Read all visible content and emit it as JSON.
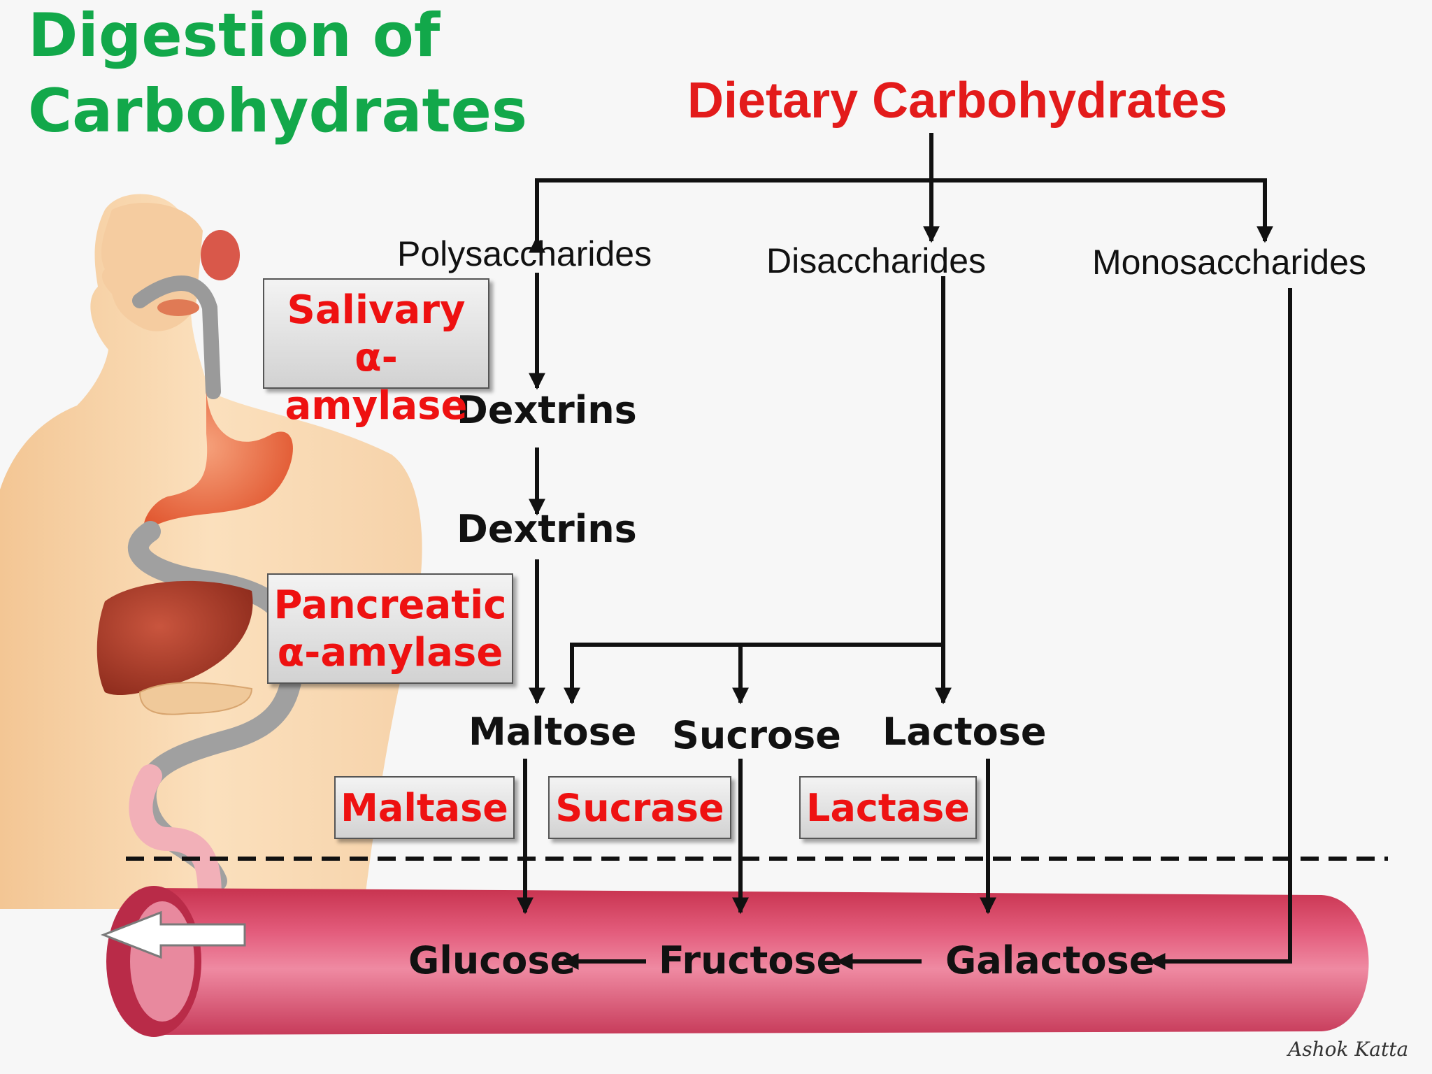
{
  "title": {
    "line1": "Digestion of",
    "line2": "Carbohydrates"
  },
  "root": "Dietary Carbohydrates",
  "categories": {
    "poly": "Polysaccharides",
    "di": "Disaccharides",
    "mono": "Monosaccharides"
  },
  "nodes": {
    "dextrins1": "Dextrins",
    "dextrins2": "Dextrins",
    "maltose": "Maltose",
    "sucrose": "Sucrose",
    "lactose": "Lactose",
    "glucose": "Glucose",
    "fructose": "Fructose",
    "galactose": "Galactose"
  },
  "enzymes": {
    "salivary": {
      "line1": "Salivary",
      "line2": "α-amylase"
    },
    "pancreatic": {
      "line1": "Pancreatic",
      "line2": "α-amylase"
    },
    "maltase": "Maltase",
    "sucrase": "Sucrase",
    "lactase": "Lactase"
  },
  "signature": "Ashok Katta",
  "colors": {
    "title": "#12a84a",
    "enzyme_text": "#ee1111",
    "root": "#e31b1b",
    "vessel": "#d8436a"
  }
}
